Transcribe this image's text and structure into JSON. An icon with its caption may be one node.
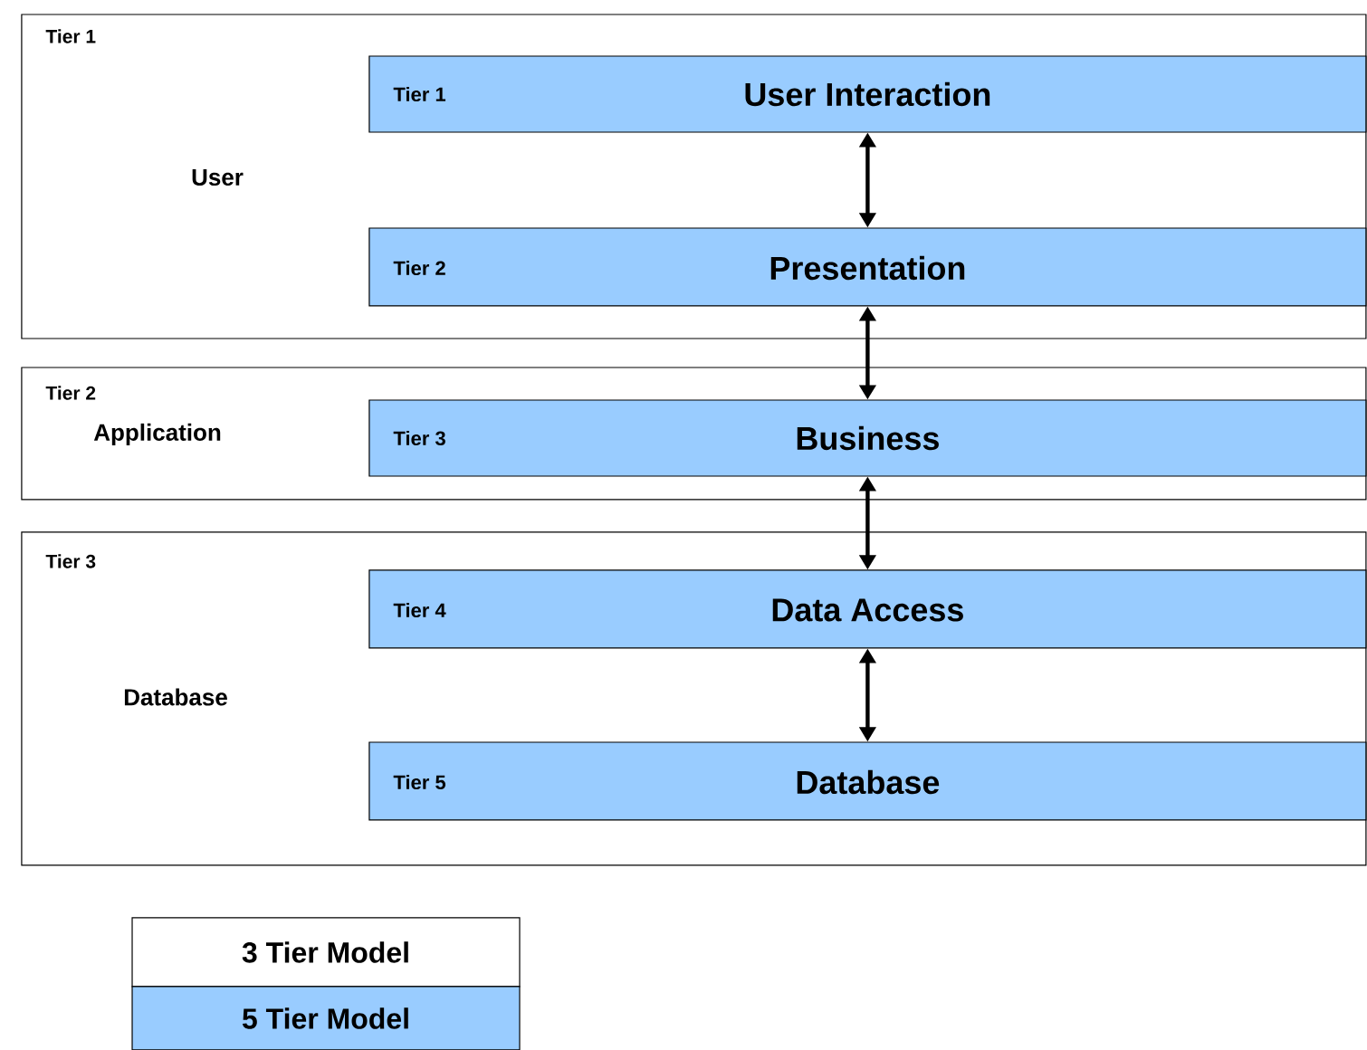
{
  "diagram": {
    "nodes": [
      {
        "text": [
          "Tier 1",
          "User"
        ]
      },
      {
        "text": [
          "Tier 1",
          "User Interaction"
        ],
        "in": 0
      },
      {
        "text": [
          "Tier 2",
          "Presentation"
        ],
        "in": 0
      },
      {
        "text": [
          "Tier 2",
          "Application"
        ]
      },
      {
        "text": [
          "Tier 3",
          "Business"
        ],
        "in": 3
      },
      {
        "text": [
          "Tier 3",
          "Database"
        ]
      },
      {
        "text": [
          "Tier 4",
          "Data Access"
        ],
        "in": 5
      },
      {
        "text": [
          "Tier 5",
          "Database"
        ],
        "in": 5
      }
    ],
    "edges": [
      {
        "from": 1,
        "to": 2,
        "arrow": "both"
      },
      {
        "from": 2,
        "to": 4,
        "arrow": "both"
      },
      {
        "from": 4,
        "to": 6,
        "arrow": "both"
      },
      {
        "from": 6,
        "to": 7,
        "arrow": "both"
      }
    ],
    "legend": [
      {
        "text": "3 Tier Model"
      },
      {
        "text": "5 Tier Model",
        "color": "#99ccff"
      }
    ]
  }
}
